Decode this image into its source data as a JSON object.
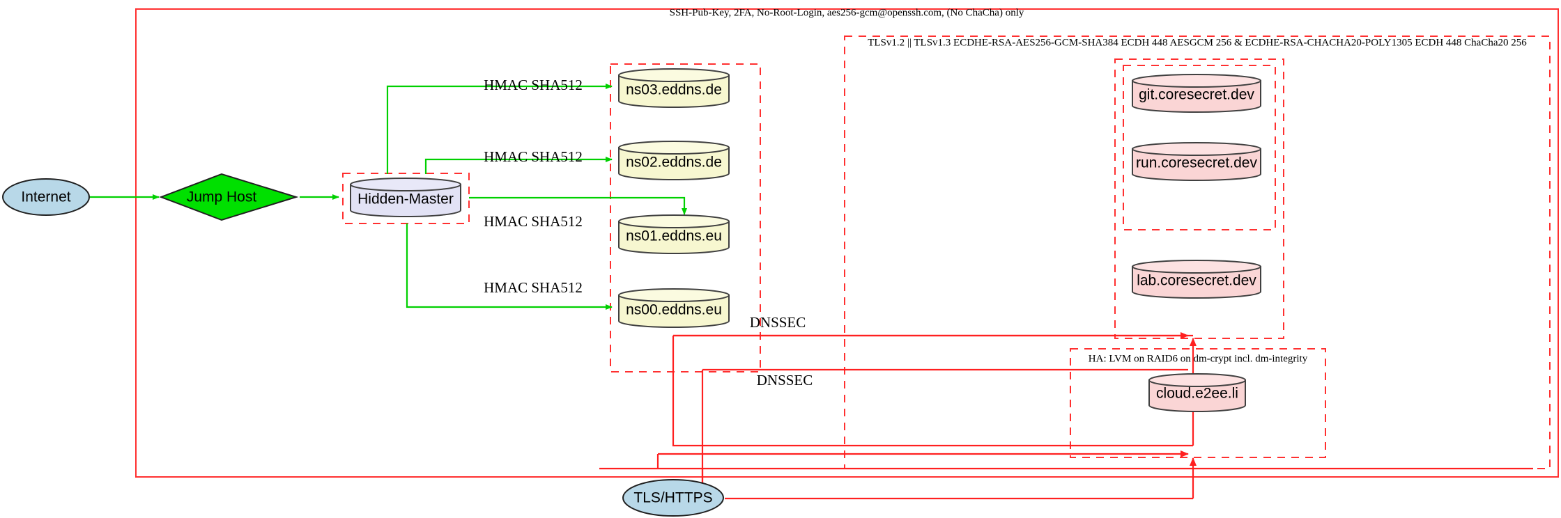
{
  "diagram": {
    "title_labels": {
      "ssh_policy": "SSH-Pub-Key, 2FA, No-Root-Login, aes256-gcm@openssh.com, (No ChaCha) only",
      "tls_policy": "TLSv1.2 || TLSv1.3 ECDHE-RSA-AES256-GCM-SHA384 ECDH 448 AESGCM 256 & ECDHE-RSA-CHACHA20-POLY1305 ECDH 448 ChaCha20 256",
      "ha_policy": "HA: LVM on RAID6 on dm-crypt incl. dm-integrity"
    },
    "nodes": {
      "internet": "Internet",
      "jump_host": "Jump Host",
      "hidden_master": "Hidden-Master",
      "ns03": "ns03.eddns.de",
      "ns02": "ns02.eddns.de",
      "ns01": "ns01.eddns.eu",
      "ns00": "ns00.eddns.eu",
      "git": "git.coresecret.dev",
      "run": "run.coresecret.dev",
      "lab": "lab.coresecret.dev",
      "cloud": "cloud.e2ee.li",
      "tls_https": "TLS/HTTPS"
    },
    "edge_labels": {
      "hmac_ns03": "HMAC SHA512",
      "hmac_ns02": "HMAC SHA512",
      "hmac_ns01": "HMAC SHA512",
      "hmac_ns00": "HMAC SHA512",
      "dnssec_upper": "DNSSEC",
      "dnssec_lower": "DNSSEC"
    },
    "colors": {
      "internet_fill": "#b8d8e8",
      "jump_host_fill": "#00e000",
      "hidden_master_fill": "#e2e2f5",
      "dns_fill": "#f7f7d0",
      "service_fill": "#fad5d5",
      "edge_green": "#00d000",
      "edge_red": "#ff2020",
      "cluster_red": "#ff3030"
    }
  }
}
